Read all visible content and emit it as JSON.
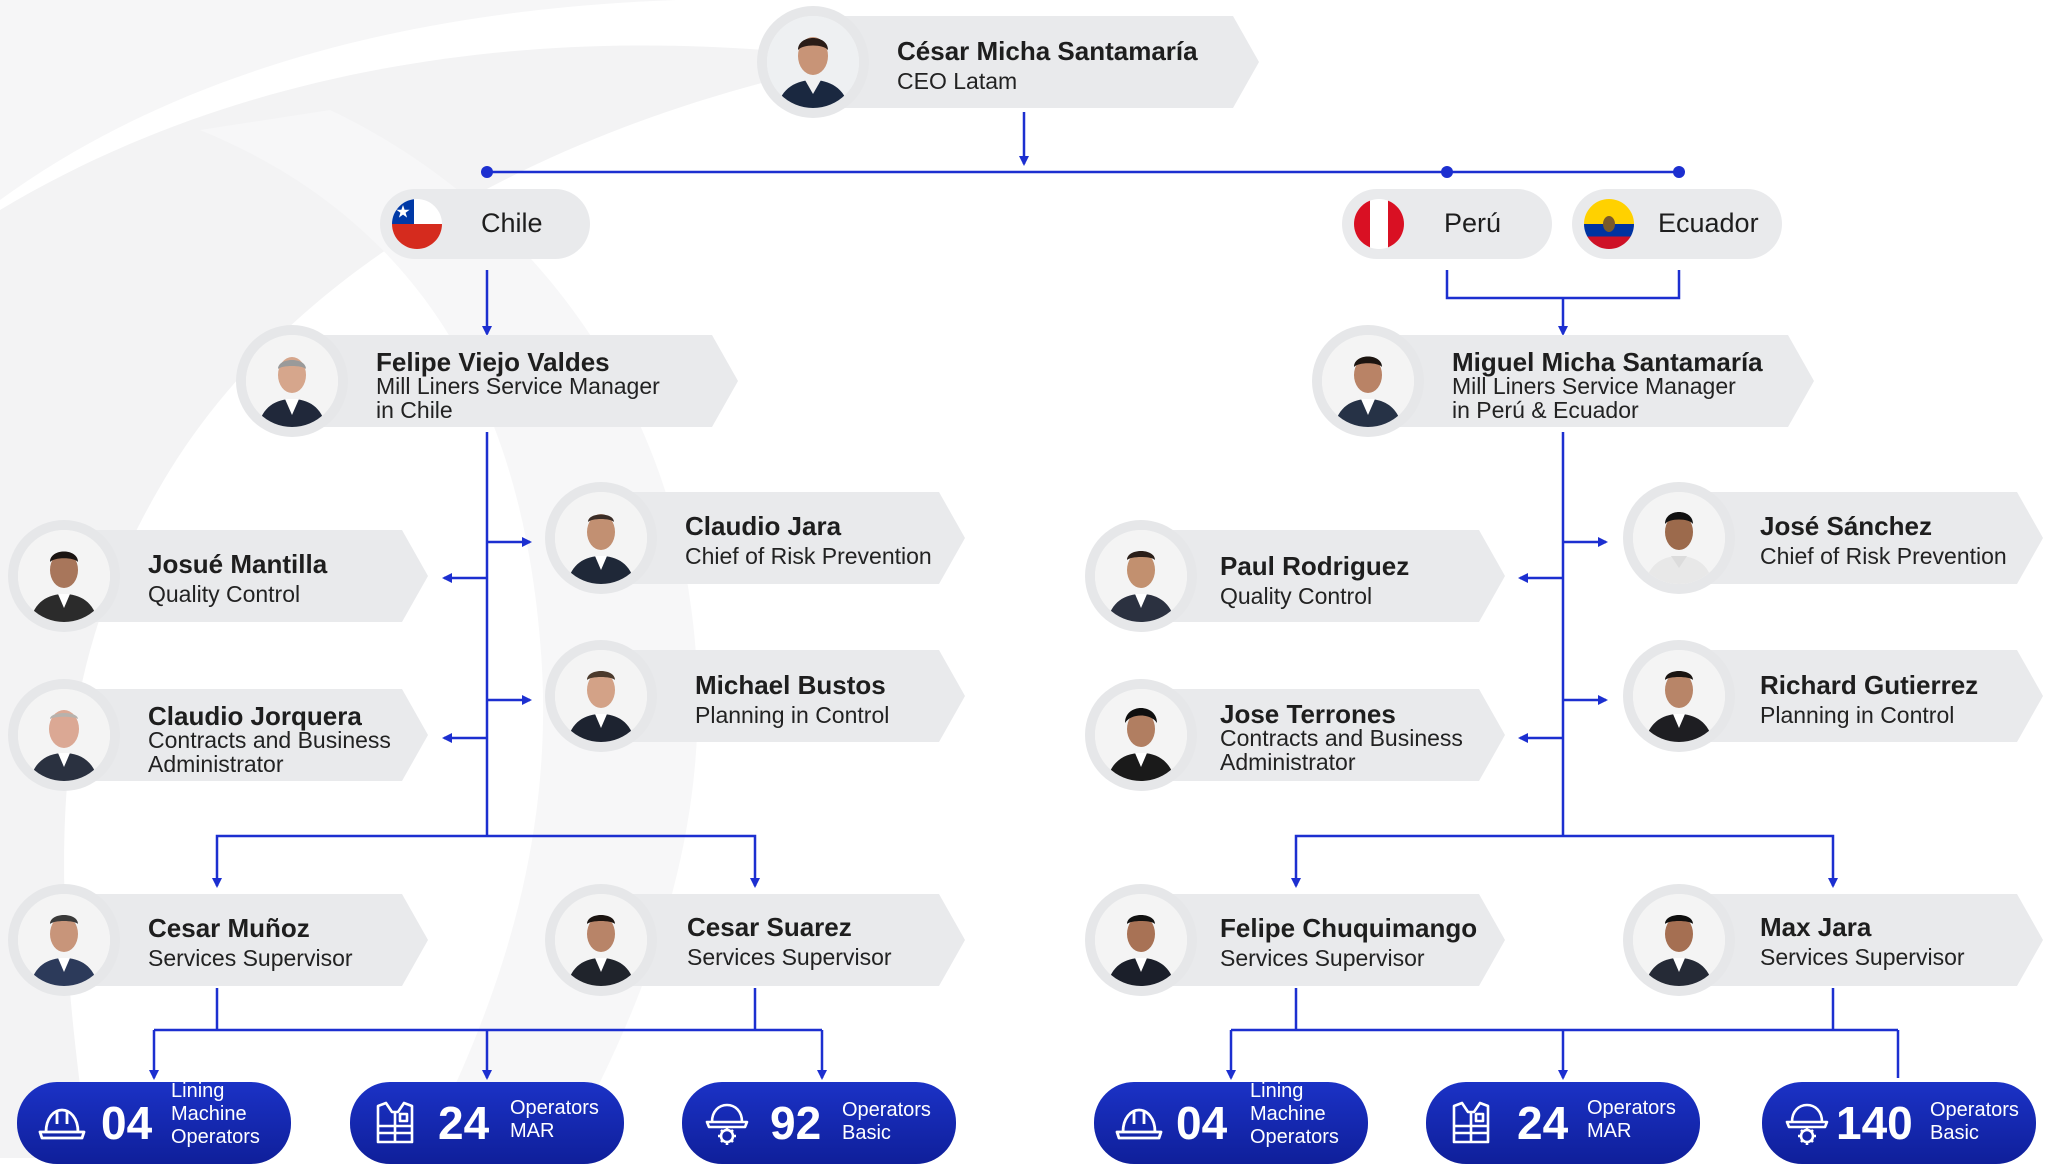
{
  "ceo": {
    "name": "César Micha Santamaría",
    "role": "CEO Latam"
  },
  "countries": {
    "chile": "Chile",
    "peru": "Perú",
    "ecuador": "Ecuador"
  },
  "chile_manager": {
    "name": "Felipe Viejo Valdes",
    "role_line1": "Mill Liners Service Manager",
    "role_line2": "in Chile"
  },
  "peru_manager": {
    "name": "Miguel Micha Santamaría",
    "role_line1": "Mill Liners Service Manager",
    "role_line2": "in Perú & Ecuador"
  },
  "chile_staff": {
    "quality": {
      "name": "Josué Mantilla",
      "role": "Quality Control"
    },
    "risk": {
      "name": "Claudio Jara",
      "role": "Chief of Risk Prevention"
    },
    "contracts": {
      "name": "Claudio Jorquera",
      "role_line1": "Contracts and Business",
      "role_line2": "Administrator"
    },
    "planning": {
      "name": "Michael Bustos",
      "role": "Planning in Control"
    },
    "supervisor1": {
      "name": "Cesar Muñoz",
      "role": "Services Supervisor"
    },
    "supervisor2": {
      "name": "Cesar Suarez",
      "role": "Services Supervisor"
    }
  },
  "peru_staff": {
    "quality": {
      "name": "Paul Rodriguez",
      "role": "Quality Control"
    },
    "risk": {
      "name": "José Sánchez",
      "role": "Chief of Risk Prevention"
    },
    "contracts": {
      "name": "Jose Terrones",
      "role_line1": "Contracts and Business",
      "role_line2": "Administrator"
    },
    "planning": {
      "name": "Richard Gutierrez",
      "role": "Planning in Control"
    },
    "supervisor1": {
      "name": "Felipe Chuquimango",
      "role": "Services Supervisor"
    },
    "supervisor2": {
      "name": "Max Jara",
      "role": "Services Supervisor"
    }
  },
  "chile_stats": {
    "lining": {
      "number": "04",
      "line1": "Lining",
      "line2": "Machine",
      "line3": "Operators",
      "icon": "hard-hat-icon"
    },
    "mar": {
      "number": "24",
      "line1": "Operators",
      "line2": "MAR",
      "icon": "safety-vest-icon"
    },
    "basic": {
      "number": "92",
      "line1": "Operators",
      "line2": "Basic",
      "icon": "helmet-gear-icon"
    }
  },
  "peru_stats": {
    "lining": {
      "number": "04",
      "line1": "Lining",
      "line2": "Machine",
      "line3": "Operators",
      "icon": "hard-hat-icon"
    },
    "mar": {
      "number": "24",
      "line1": "Operators",
      "line2": "MAR",
      "icon": "safety-vest-icon"
    },
    "basic": {
      "number": "140",
      "line1": "Operators",
      "line2": "Basic",
      "icon": "helmet-gear-icon"
    }
  },
  "colors": {
    "connector": "#1c2fd0",
    "stat_fill": "#1429b3",
    "card_fill": "#e9eaec"
  }
}
